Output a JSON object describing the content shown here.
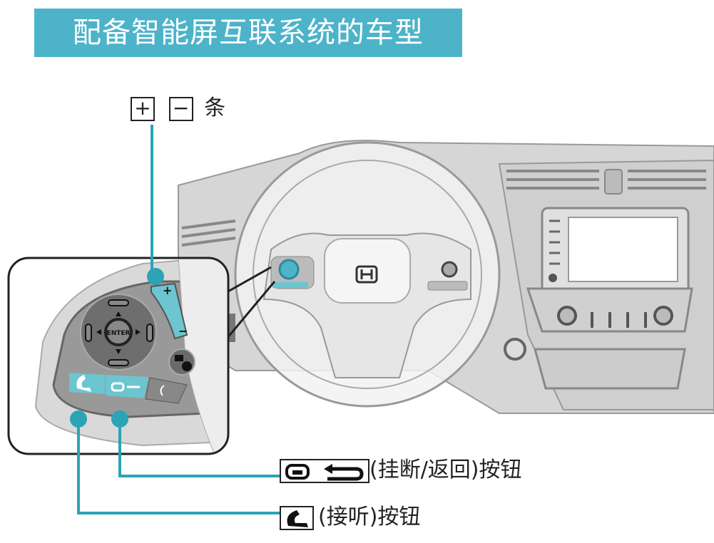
{
  "title": "配备智能屏互联系统的车型",
  "volume_label": {
    "plus": "+",
    "minus": "−",
    "suffix": "条"
  },
  "pad": {
    "enter": "ENTER",
    "plus": "+",
    "minus": "−"
  },
  "callouts": [
    {
      "text": "(挂断/返回)按钮",
      "icon": "hang-up-back-icon"
    },
    {
      "text": "(接听)按钮",
      "icon": "phone-answer-icon"
    }
  ],
  "colors": {
    "accent": "#4db3c9",
    "line": "#2aa4b6",
    "button": "#6cc5d0"
  }
}
